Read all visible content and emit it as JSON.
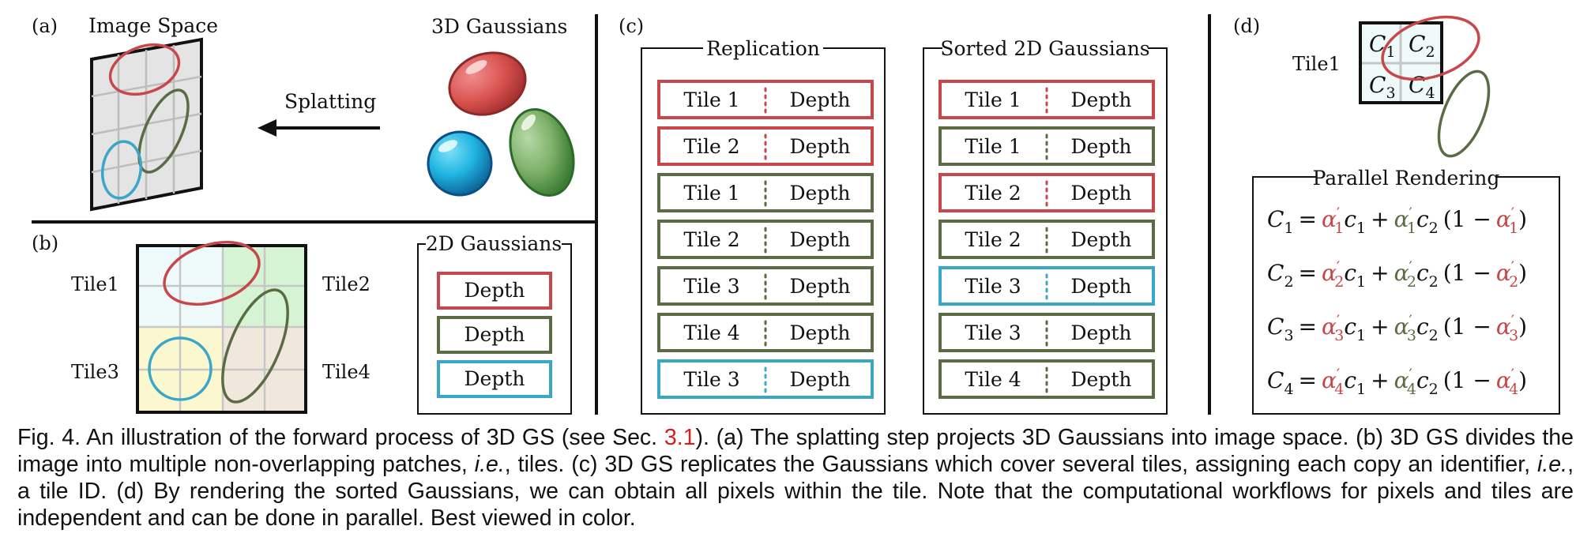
{
  "colors": {
    "red": "#c8474a",
    "green": "#5b6b43",
    "blue": "#3aa6c8",
    "ink": "#111111"
  },
  "panel_a": {
    "label": "(a)",
    "image_space": "Image Space",
    "gaussians_3d": "3D Gaussians",
    "splatting": "Splatting"
  },
  "panel_b": {
    "label": "(b)",
    "tiles": [
      "Tile1",
      "Tile2",
      "Tile3",
      "Tile4"
    ],
    "legend_title": "2D Gaussians",
    "depth_boxes": [
      {
        "text": "Depth",
        "color": "red"
      },
      {
        "text": "Depth",
        "color": "green"
      },
      {
        "text": "Depth",
        "color": "blue"
      }
    ]
  },
  "panel_c": {
    "label": "(c)",
    "replication_title": "Replication",
    "sorted_title": "Sorted 2D Gaussians",
    "replication": [
      {
        "tile": "Tile 1",
        "depth": "Depth",
        "color": "red"
      },
      {
        "tile": "Tile 2",
        "depth": "Depth",
        "color": "red"
      },
      {
        "tile": "Tile 1",
        "depth": "Depth",
        "color": "green"
      },
      {
        "tile": "Tile 2",
        "depth": "Depth",
        "color": "green"
      },
      {
        "tile": "Tile 3",
        "depth": "Depth",
        "color": "green"
      },
      {
        "tile": "Tile 4",
        "depth": "Depth",
        "color": "green"
      },
      {
        "tile": "Tile 3",
        "depth": "Depth",
        "color": "blue"
      }
    ],
    "sorted": [
      {
        "tile": "Tile 1",
        "depth": "Depth",
        "color": "red"
      },
      {
        "tile": "Tile 1",
        "depth": "Depth",
        "color": "green"
      },
      {
        "tile": "Tile 2",
        "depth": "Depth",
        "color": "red"
      },
      {
        "tile": "Tile 2",
        "depth": "Depth",
        "color": "green"
      },
      {
        "tile": "Tile 3",
        "depth": "Depth",
        "color": "blue"
      },
      {
        "tile": "Tile 3",
        "depth": "Depth",
        "color": "green"
      },
      {
        "tile": "Tile 4",
        "depth": "Depth",
        "color": "green"
      }
    ]
  },
  "panel_d": {
    "label": "(d)",
    "tile_label": "Tile1",
    "cells": [
      {
        "main": "C",
        "sub": "1"
      },
      {
        "main": "C",
        "sub": "2"
      },
      {
        "main": "C",
        "sub": "3"
      },
      {
        "main": "C",
        "sub": "4"
      }
    ],
    "rendering_title": "Parallel Rendering",
    "equations": [
      {
        "lhs": "C",
        "idx": "1"
      },
      {
        "lhs": "C",
        "idx": "2"
      },
      {
        "lhs": "C",
        "idx": "3"
      },
      {
        "lhs": "C",
        "idx": "4"
      }
    ],
    "eq_parts": {
      "equals": "=",
      "alpha": "α",
      "prime": "′",
      "c": "c",
      "sub1": "1",
      "sub2": "2",
      "plus": "+",
      "open": "(1 −",
      "close": ")"
    }
  },
  "caption": {
    "before_ref": "Fig. 4. An illustration of the forward process of 3D GS (see Sec. ",
    "ref": "3.1",
    "after_ref": "). (a) The splatting step projects 3D Gaussians into image space. (b) 3D GS divides the image into multiple non-overlapping patches, ",
    "ie1": "i.e.",
    "mid": ", tiles. (c) 3D GS replicates the Gaussians which cover several tiles, assigning each copy an identifier, ",
    "ie2": "i.e.",
    "end": ", a tile ID. (d) By rendering the sorted Gaussians, we can obtain all pixels within the tile. Note that the computational workflows for pixels and tiles are independent and can be done in parallel. Best viewed in color."
  }
}
